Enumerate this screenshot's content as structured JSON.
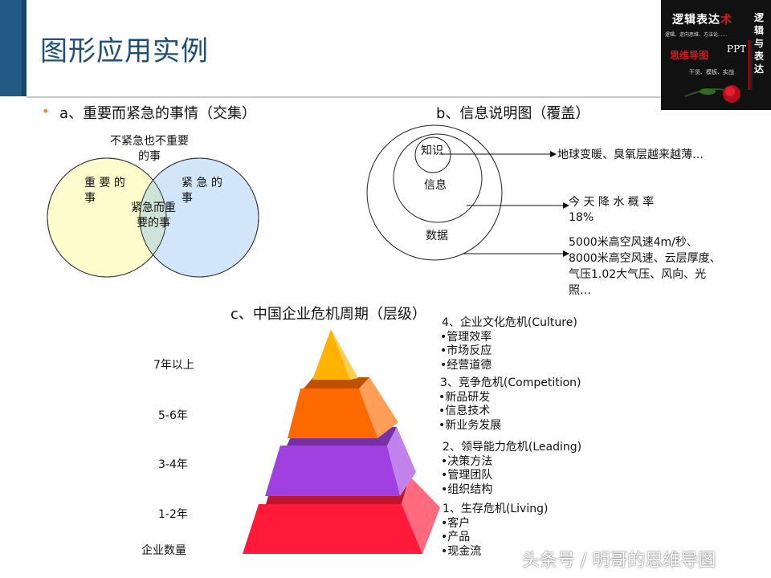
{
  "slide": {
    "title": "图形应用实例"
  },
  "logo": {
    "line1": "逻辑表达",
    "line1_accent": "术",
    "line2": "逻辑、逆向思维、方法论......",
    "line3": "思维导图",
    "line4": "PPT",
    "line5": "干货、模板、实战",
    "vertical": "逻辑与表达"
  },
  "section_a": {
    "heading": "a、重要而紧急的事情（交集）",
    "outside_label": "不紧急也不重要的事",
    "left_label": "重 要 的 事",
    "right_label": "紧 急 的 事",
    "center_label": "紧急而重要的事",
    "colors": {
      "left": "#fdfccc",
      "right": "#cde3f8",
      "overlap": "#cfe4d9"
    }
  },
  "section_b": {
    "heading": "b、信息说明图（覆盖）",
    "circle_labels": [
      "知识",
      "信息",
      "数据"
    ],
    "notes": [
      "地球变暖、臭氧层越来越薄…",
      "今 天 降 水 概 率 18%",
      "5000米高空风速4m/秒、8000米高空风速、云层厚度、气压1.02大气压、风向、光照…"
    ]
  },
  "section_c": {
    "heading": "c、中国企业危机周期（层级）",
    "age_labels": [
      "7年以上",
      "5-6年",
      "3-4年",
      "1-2年",
      "企业数量"
    ],
    "levels": [
      {
        "title": "4、企业文化危机(Culture)",
        "items": [
          "•管理效率",
          "•市场反应",
          "•经营道德"
        ],
        "color": "#ffb300"
      },
      {
        "title": "3、竞争危机(Competition)",
        "items": [
          "•新品研发",
          "•信息技术",
          "•新业务发展"
        ],
        "color": "#ff6a00"
      },
      {
        "title": "2、领导能力危机(Leading)",
        "items": [
          "•决策方法",
          "•管理团队",
          "•组织结构"
        ],
        "color": "#a040e0"
      },
      {
        "title": "1、生存危机(Living)",
        "items": [
          "•客户",
          "•产品",
          "•现金流"
        ],
        "color": "#ff1a3a"
      }
    ]
  },
  "watermark": "头条号 / 明哥的思维导图"
}
